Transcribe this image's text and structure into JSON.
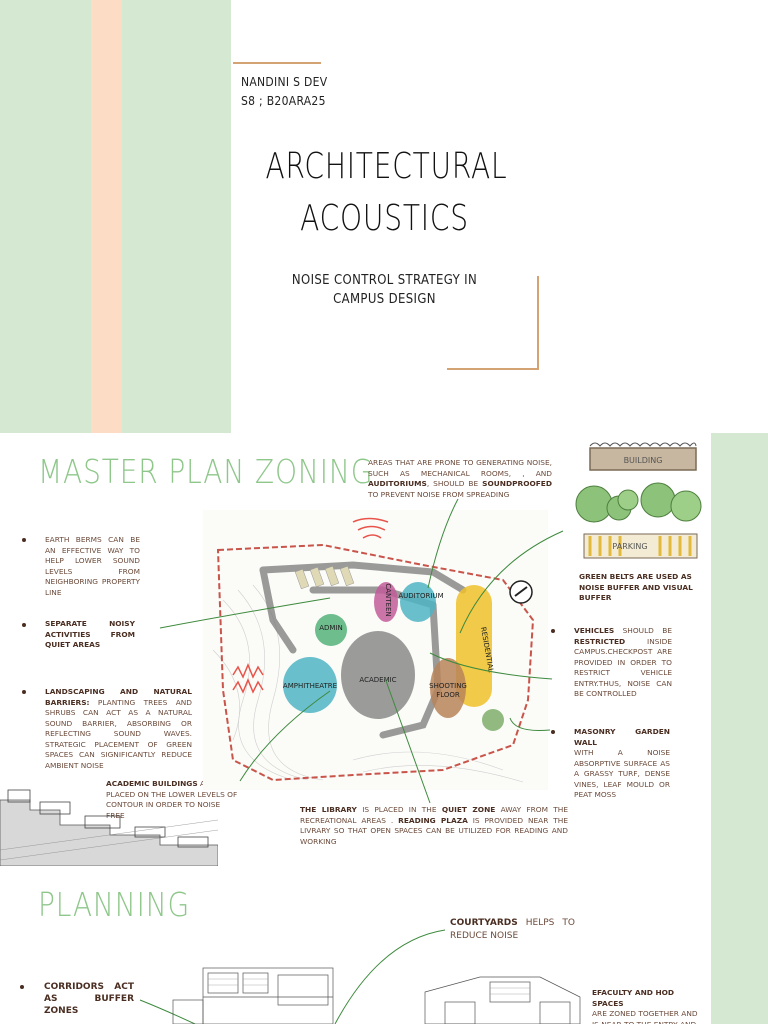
{
  "cover": {
    "author_name": "NANDINI S DEV",
    "author_id": "S8 ; B20ARA25",
    "title_line1": "ARCHITECTURAL",
    "title_line2": "ACOUSTICS",
    "subtitle": "NOISE CONTROL STRATEGY IN CAMPUS DESIGN"
  },
  "master_plan": {
    "title": "MASTER PLAN ZONING",
    "top_note_pre": "AREAS THAT ARE PRONE TO GENERATING NOISE, SUCH AS MECHANICAL ROOMS, , AND ",
    "top_note_b1": "AUDITORIUMS",
    "top_note_mid": ", SHOULD BE ",
    "top_note_b2": "SOUNDPROOFED",
    "top_note_post": " TO PREVENT NOISE FROM SPREADING",
    "earth_berms": "EARTH BERMS CAN BE AN EFFECTIVE WAY TO HELP LOWER SOUND LEVELS FROM NEIGHBORING PROPERTY LINE",
    "separate_noisy": "SEPARATE NOISY ACTIVITIES FROM QUIET AREAS",
    "landscaping_b": "LANDSCAPING AND NATURAL BARRIERS:",
    "landscaping_text": " PLANTING TREES AND SHRUBS CAN ACT AS A NATURAL SOUND BARRIER, ABSORBING OR REFLECTING SOUND WAVES. STRATEGIC PLACEMENT OF GREEN SPACES CAN SIGNIFICANTLY REDUCE AMBIENT NOISE",
    "academic_b": "ACADEMIC BUILDINGS",
    "academic_text": " ARE PLACED ON THE LOWER LEVELS OF CONTOUR IN ORDER TO NOISE FREE",
    "library_b1": "THE LIBRARY",
    "library_t1": " IS PLACED IN THE ",
    "library_b2": "QUIET ZONE",
    "library_t2": " AWAY FROM THE RECREATIONAL AREAS . ",
    "library_b3": "READING PLAZA",
    "library_t3": " IS PROVIDED NEAR THE LIVRARY SO THAT OPEN SPACES CAN BE UTILIZED FOR READING AND WORKING",
    "green_belts": "GREEN BELTS ARE USED AS NOISE BUFFER AND VISUAL BUFFER",
    "vehicles_b1": "VEHICLES",
    "vehicles_t1": " SHOULD BE ",
    "vehicles_b2": "RESTRICTED",
    "vehicles_t2": " INSIDE CAMPUS.CHECKPOST ARE PROVIDED IN ORDER TO RESTRICT VEHICLE ENTRY.THUS, NOISE CAN BE CONTROLLED",
    "masonry_b": "MASONRY GARDEN WALL",
    "masonry_text": "WITH A NOISE ABSORPTIVE SURFACE AS A GRASSY TURF, DENSE VINES, LEAF MOULD OR PEAT MOSS",
    "zones": {
      "canteen": "CANTEEN",
      "auditorium": "AUDITORIUM",
      "admin": "ADMIN",
      "residential": "RESIDENTIAL",
      "amphitheatre": "AMPHITHEATRE",
      "academic": "ACADEMIC",
      "shooting": "SHOOTING",
      "floor": "FLOOR"
    },
    "tree_labels": {
      "building": "BUILDING",
      "parking": "PARKING"
    },
    "colors": {
      "green_title": "#8fc78b",
      "auditorium": "#4fb4c3",
      "canteen": "#c25c9a",
      "admin": "#55b27a",
      "residential": "#f0c12a",
      "amphitheatre": "#4fb4c3",
      "academic": "#8a8a8a",
      "shooting": "#b9845a",
      "arrow": "#3d8a3d",
      "sound": "#e8534a"
    }
  },
  "planning": {
    "title": "PLANNING",
    "courtyards_b": "COURTYARDS",
    "courtyards_text": " HELPS TO REDUCE NOISE",
    "corridors": "CORRIDORS ACT AS BUFFER ZONES",
    "faculty_b": "EFACULTY AND HOD SPACES",
    "faculty_text": "ARE ZONED TOGETHER AND IS NEAR TO THE ENTRY AND EXIT POINTS"
  }
}
